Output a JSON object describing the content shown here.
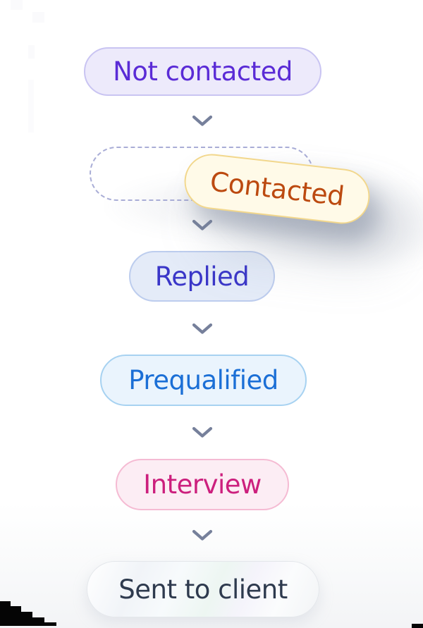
{
  "pipeline": {
    "title": "candidate-status-pipeline",
    "stages": [
      {
        "name": "not-contacted",
        "label": "Not contacted",
        "text_color": "#5a2bd6",
        "background": "#edeafb",
        "border_color": "#c9c4f2"
      },
      {
        "name": "contacted-drop-slot",
        "label": "",
        "background": "transparent",
        "border_color": "#a9add6",
        "style": "dashed-placeholder"
      },
      {
        "name": "contacted",
        "label": "Contacted",
        "text_color": "#bc4a10",
        "background": "#fffae8",
        "border_color": "#f2d78c",
        "state": "dragging",
        "rotation_deg": 6.5
      },
      {
        "name": "replied",
        "label": "Replied",
        "text_color": "#3a36c8",
        "background": "#e4ebf8",
        "border_color": "#bdcdee"
      },
      {
        "name": "prequalified",
        "label": "Prequalified",
        "text_color": "#1b6fd6",
        "background": "#eaf4fd",
        "border_color": "#a7d2f1"
      },
      {
        "name": "interview",
        "label": "Interview",
        "text_color": "#cc1f7d",
        "background": "#fcedf4",
        "border_color": "#f5bbd3"
      },
      {
        "name": "sent-to-client",
        "label": "Sent to client",
        "text_color": "#2e3a4e",
        "background": "#fafbfc",
        "border_color": "#e4e7eb",
        "style": "iridescent"
      }
    ],
    "connector": {
      "icon": "chevron-down",
      "color": "#76809b",
      "count": 5
    }
  },
  "artifacts": {
    "bottom_left_steps_color": "#050505",
    "bottom_right_chip_color": "#050505",
    "top_left_marks_color": "#fafafc"
  }
}
